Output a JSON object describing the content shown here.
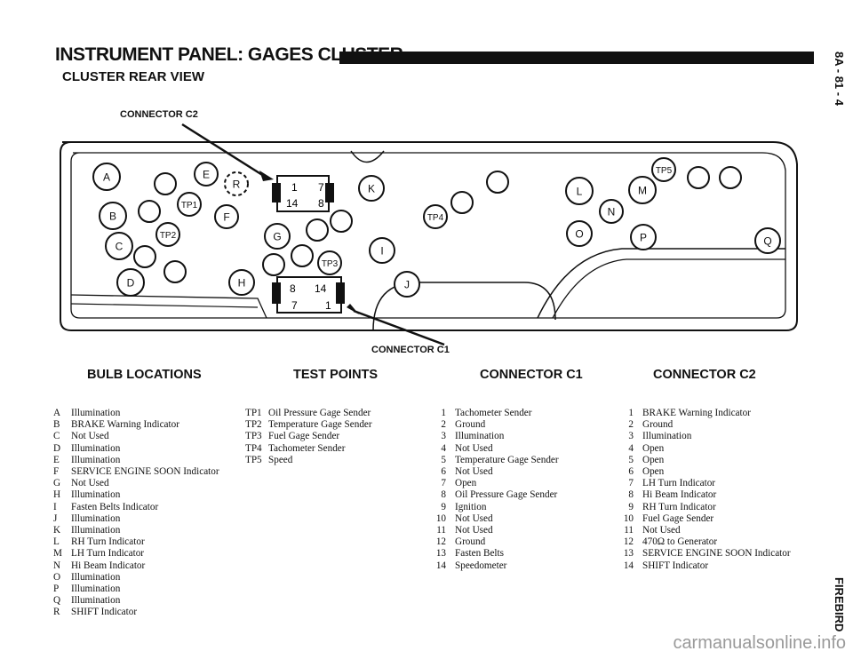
{
  "header": {
    "title": "INSTRUMENT PANEL: GAGES CLUSTER",
    "subtitle": "CLUSTER REAR VIEW",
    "page_code": "8A - 81 - 4",
    "vehicle": "FIREBIRD"
  },
  "diagram": {
    "connector_c2_label": "CONNECTOR C2",
    "connector_c1_label": "CONNECTOR C1",
    "bulb_markers": [
      "A",
      "B",
      "C",
      "D",
      "E",
      "F",
      "G",
      "H",
      "I",
      "J",
      "K",
      "L",
      "M",
      "N",
      "O",
      "P",
      "Q",
      "R"
    ],
    "test_point_markers": [
      "TP1",
      "TP2",
      "TP3",
      "TP4",
      "TP5"
    ],
    "c2_pins": [
      "1",
      "7",
      "14",
      "8"
    ],
    "c1_pins": [
      "8",
      "14",
      "7",
      "1"
    ]
  },
  "sections": {
    "bulb_locations": {
      "heading": "BULB LOCATIONS",
      "items": [
        {
          "key": "A",
          "text": "Illumination"
        },
        {
          "key": "B",
          "text": "BRAKE Warning Indicator"
        },
        {
          "key": "C",
          "text": "Not Used"
        },
        {
          "key": "D",
          "text": "Illumination"
        },
        {
          "key": "E",
          "text": "Illumination"
        },
        {
          "key": "F",
          "text": "SERVICE ENGINE SOON Indicator"
        },
        {
          "key": "G",
          "text": "Not Used"
        },
        {
          "key": "H",
          "text": "Illumination"
        },
        {
          "key": "I",
          "text": "Fasten Belts Indicator"
        },
        {
          "key": "J",
          "text": "Illumination"
        },
        {
          "key": "K",
          "text": "Illumination"
        },
        {
          "key": "L",
          "text": "RH Turn Indicator"
        },
        {
          "key": "M",
          "text": "LH Turn Indicator"
        },
        {
          "key": "N",
          "text": "Hi Beam Indicator"
        },
        {
          "key": "O",
          "text": "Illumination"
        },
        {
          "key": "P",
          "text": "Illumination"
        },
        {
          "key": "Q",
          "text": "Illumination"
        },
        {
          "key": "R",
          "text": "SHIFT Indicator"
        }
      ]
    },
    "test_points": {
      "heading": "TEST POINTS",
      "items": [
        {
          "key": "TP1",
          "text": "Oil Pressure Gage Sender"
        },
        {
          "key": "TP2",
          "text": "Temperature Gage Sender"
        },
        {
          "key": "TP3",
          "text": "Fuel Gage Sender"
        },
        {
          "key": "TP4",
          "text": "Tachometer Sender"
        },
        {
          "key": "TP5",
          "text": "Speed"
        }
      ]
    },
    "connector_c1": {
      "heading": "CONNECTOR C1",
      "items": [
        {
          "key": "1",
          "text": "Tachometer Sender"
        },
        {
          "key": "2",
          "text": "Ground"
        },
        {
          "key": "3",
          "text": "Illumination"
        },
        {
          "key": "4",
          "text": "Not Used"
        },
        {
          "key": "5",
          "text": "Temperature Gage Sender"
        },
        {
          "key": "6",
          "text": "Not Used"
        },
        {
          "key": "7",
          "text": "Open"
        },
        {
          "key": "8",
          "text": "Oil Pressure Gage Sender"
        },
        {
          "key": "9",
          "text": "Ignition"
        },
        {
          "key": "10",
          "text": "Not Used"
        },
        {
          "key": "11",
          "text": "Not Used"
        },
        {
          "key": "12",
          "text": "Ground"
        },
        {
          "key": "13",
          "text": "Fasten Belts"
        },
        {
          "key": "14",
          "text": "Speedometer"
        }
      ]
    },
    "connector_c2": {
      "heading": "CONNECTOR C2",
      "items": [
        {
          "key": "1",
          "text": "BRAKE Warning Indicator"
        },
        {
          "key": "2",
          "text": "Ground"
        },
        {
          "key": "3",
          "text": "Illumination"
        },
        {
          "key": "4",
          "text": "Open"
        },
        {
          "key": "5",
          "text": "Open"
        },
        {
          "key": "6",
          "text": "Open"
        },
        {
          "key": "7",
          "text": "LH Turn Indicator"
        },
        {
          "key": "8",
          "text": "Hi Beam Indicator"
        },
        {
          "key": "9",
          "text": "RH Turn Indicator"
        },
        {
          "key": "10",
          "text": "Fuel Gage Sender"
        },
        {
          "key": "11",
          "text": "Not Used"
        },
        {
          "key": "12",
          "text": "470Ω to Generator"
        },
        {
          "key": "13",
          "text": "SERVICE ENGINE SOON Indicator"
        },
        {
          "key": "14",
          "text": "SHIFT Indicator"
        }
      ]
    }
  },
  "footer": {
    "watermark": "carmanualsonline.info"
  }
}
